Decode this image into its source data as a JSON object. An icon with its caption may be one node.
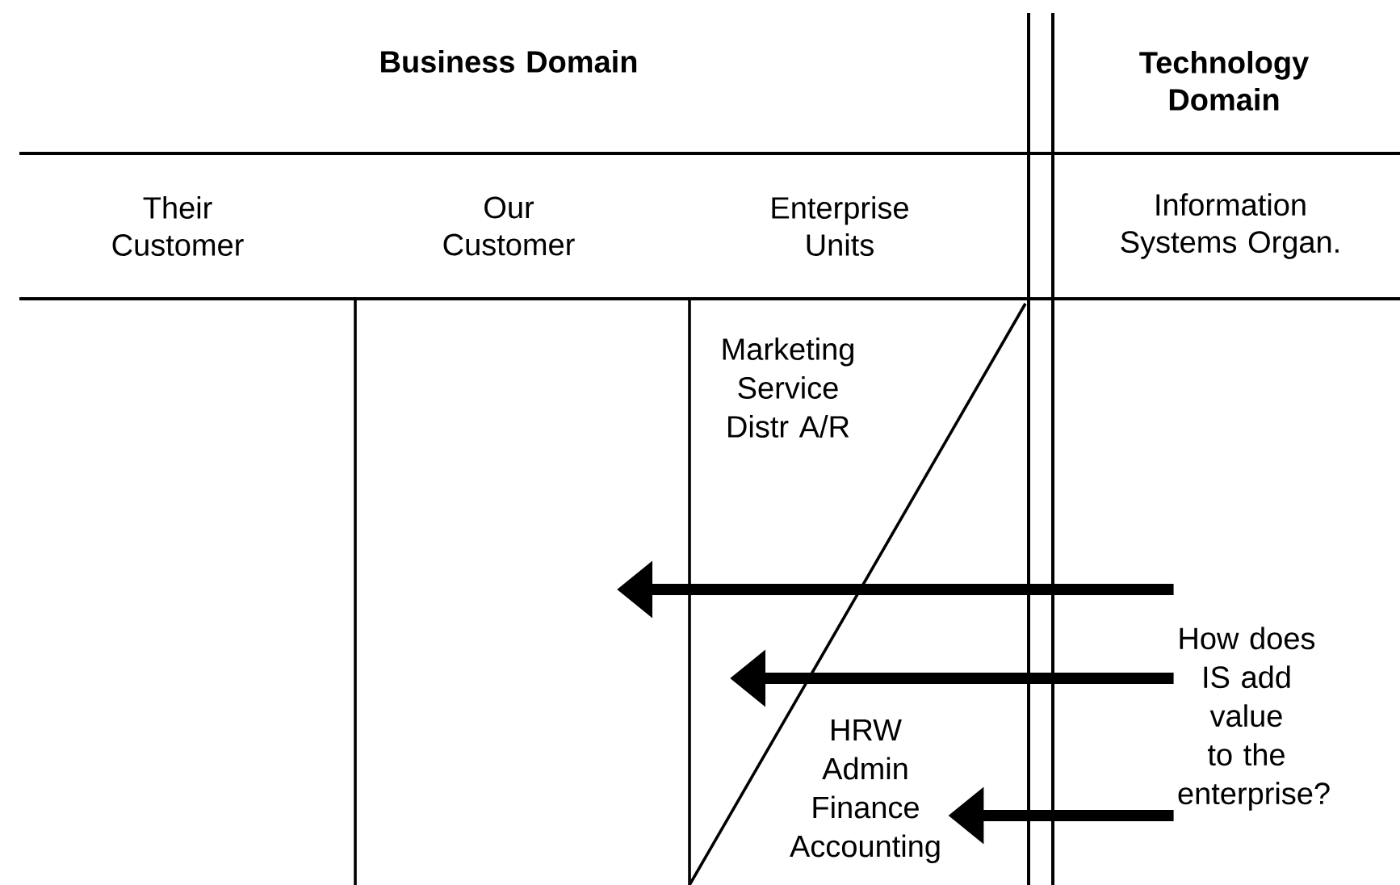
{
  "diagram": {
    "nodes": [
      {
        "text": [
          "Marketing Service Distr A/R"
        ]
      },
      {
        "text": [
          "HRW Admin Finance Accounting"
        ]
      },
      {
        "text": [
          "How does IS add value to the enterprise?"
        ]
      }
    ],
    "edges": [
      {
        "from": 2,
        "to": null,
        "arrow": "to"
      },
      {
        "from": 2,
        "to": null,
        "arrow": "to"
      },
      {
        "from": 2,
        "to": 1,
        "arrow": "to"
      }
    ],
    "labels": [
      "Business Domain",
      "Technology Domain",
      "Their Customer",
      "Our Customer",
      "Enterprise Units",
      "Information Systems Organ."
    ]
  }
}
